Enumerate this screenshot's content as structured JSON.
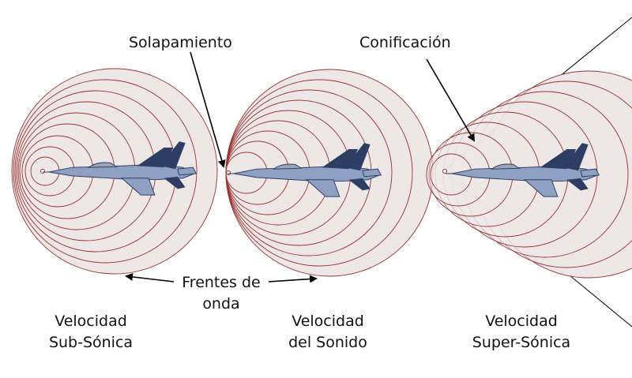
{
  "labels": {
    "overlap": "Solapamiento",
    "cone": "Conificación",
    "wavefronts_line1": "Frentes de",
    "wavefronts_line2": "onda"
  },
  "regimes": [
    {
      "line1": "Velocidad",
      "line2": "Sub-Sónica"
    },
    {
      "line1": "Velocidad",
      "line2": "del Sonido"
    },
    {
      "line1": "Velocidad",
      "line2": "Super-Sónica"
    }
  ],
  "colors": {
    "wave_stroke": "#9a3232",
    "wave_fill": "#ede8e6",
    "jet_body": "#8fa1c3",
    "jet_dark": "#2d3d63",
    "arrow": "#000000"
  },
  "icons": [
    "fighter-jet-icon",
    "arrow-icon"
  ]
}
